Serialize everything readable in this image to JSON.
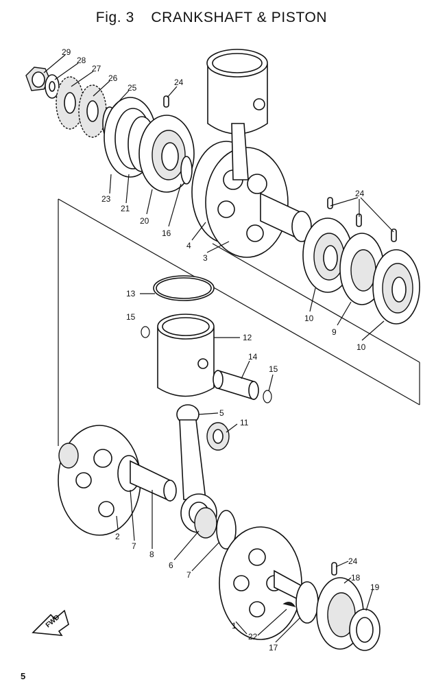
{
  "title": {
    "fig": "Fig. 3",
    "name": "CRANKSHAFT & PISTON"
  },
  "page_number": "5",
  "fwd_label": "FWD",
  "callouts": [
    "29",
    "28",
    "27",
    "26",
    "25",
    "24",
    "23",
    "21",
    "20",
    "16",
    "4",
    "3",
    "24",
    "10",
    "9",
    "10",
    "13",
    "15",
    "12",
    "14",
    "15",
    "5",
    "11",
    "2",
    "7",
    "8",
    "6",
    "7",
    "24",
    "18",
    "19",
    "1",
    "22",
    "17"
  ]
}
